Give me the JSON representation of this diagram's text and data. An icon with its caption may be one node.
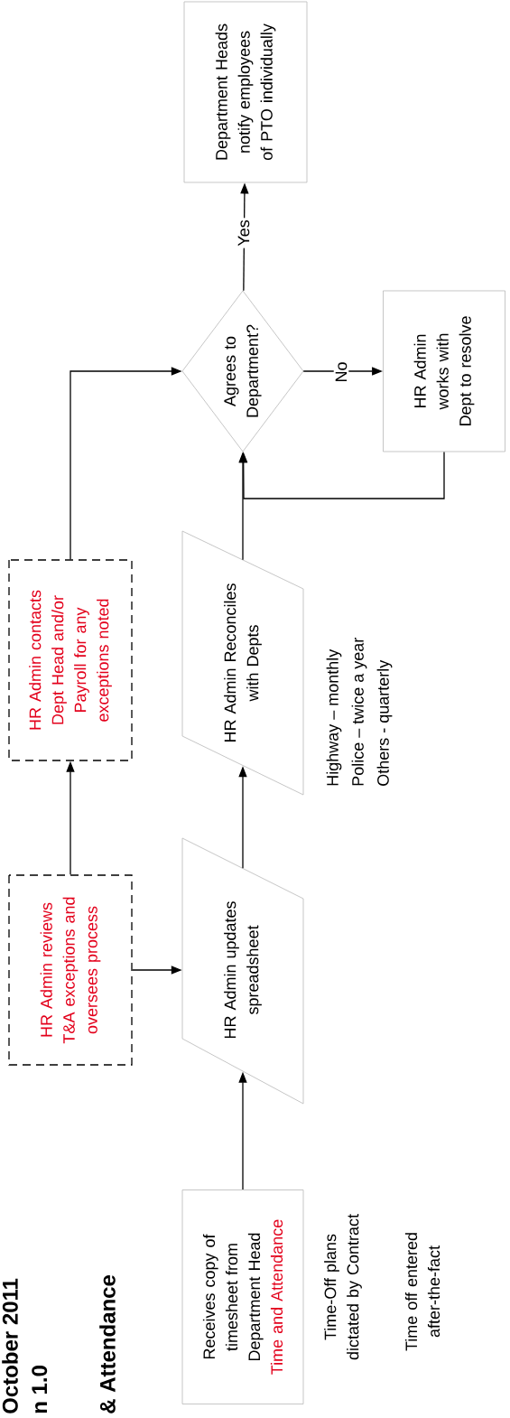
{
  "diagram": {
    "nodes": [
      {
        "text": [
          "Receives copy of timesheet from Department Head",
          "Time and Attendance"
        ],
        "beside": [
          "Time-Off plans dictated by Contract",
          "Time off entered after-the-fact"
        ]
      },
      {
        "text": [
          "HR Admin updates spreadsheet"
        ]
      },
      {
        "text": [
          "HR Admin Reconciles with Depts"
        ],
        "beside": [
          "Highway – monthly",
          "Police – twice a year",
          "Others - quarterly"
        ]
      },
      {
        "text": [
          "Agrees to Department?"
        ]
      },
      {
        "text": [
          "HR Admin works with Dept to resolve"
        ]
      },
      {
        "text": [
          "Department Heads notify employees of PTO individually"
        ]
      },
      {
        "text": [
          "HR Admin reviews T&A exceptions and oversees process"
        ]
      },
      {
        "text": [
          "HR Admin contacts Dept Head and/or Payroll for any exceptions noted"
        ]
      }
    ],
    "edges": [
      {
        "from": 0,
        "to": 1,
        "arrow": "to"
      },
      {
        "from": 6,
        "to": 1,
        "arrow": "to"
      },
      {
        "from": 6,
        "to": 7,
        "arrow": "to"
      },
      {
        "from": 1,
        "to": 2,
        "arrow": "to"
      },
      {
        "from": 7,
        "to": 3,
        "arrow": "to"
      },
      {
        "from": 2,
        "to": 3,
        "arrow": "to"
      },
      {
        "from": 3,
        "to": 4,
        "arrow": "to",
        "label": "No"
      },
      {
        "from": 4,
        "to": 3,
        "arrow": "to"
      },
      {
        "from": 3,
        "to": 5,
        "arrow": "to",
        "label": "Yes"
      }
    ],
    "labels": [
      "October 2011",
      "n 1.0",
      "& Attendance"
    ]
  }
}
